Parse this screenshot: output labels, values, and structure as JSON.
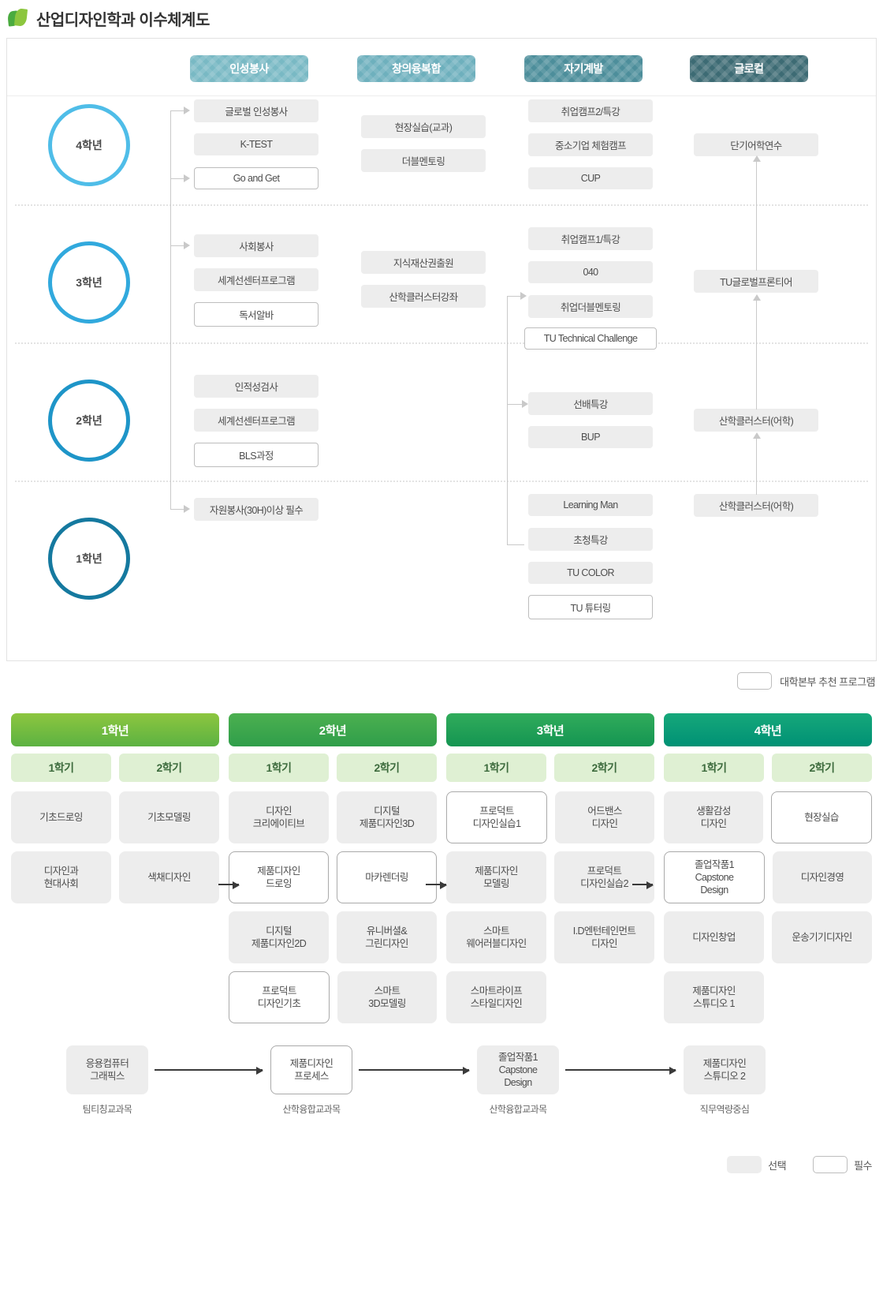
{
  "page": {
    "title": "산업디자인학과 이수체계도",
    "logo_icon": "leaf-icon"
  },
  "matrix": {
    "categories": [
      {
        "label": "인성봉사",
        "color": "#79b9c4"
      },
      {
        "label": "창의융복합",
        "color": "#6eb0bd"
      },
      {
        "label": "자기계발",
        "color": "#4d8e9b"
      },
      {
        "label": "글로컬",
        "color": "#3d6b74"
      }
    ],
    "years": [
      {
        "label": "4학년",
        "color": "#4fbde8"
      },
      {
        "label": "3학년",
        "color": "#31a9dd"
      },
      {
        "label": "2학년",
        "color": "#1e95c8"
      },
      {
        "label": "1학년",
        "color": "#15799f"
      }
    ],
    "items": {
      "y4_c1_1": "글로벌 인성봉사",
      "y4_c1_2": "K-TEST",
      "y4_c1_3": "Go and Get",
      "y4_c2_1": "현장실습(교과)",
      "y4_c2_2": "더블멘토링",
      "y4_c3_1": "취업캠프2/특강",
      "y4_c3_2": "중소기업 체험캠프",
      "y4_c3_3": "CUP",
      "y4_c4_1": "단기어학연수",
      "y3_c1_1": "사회봉사",
      "y3_c1_2": "세계선센터프로그램",
      "y3_c1_3": "독서알바",
      "y3_c2_1": "지식재산권출원",
      "y3_c2_2": "산학클러스터강좌",
      "y3_c3_1": "취업캠프1/특강",
      "y3_c3_2": "040",
      "y3_c3_3": "취업더블멘토링",
      "y3_c3_4": "TU Technical Challenge",
      "y3_c4_1": "TU글로벌프론티어",
      "y2_c1_1": "인적성검사",
      "y2_c1_2": "세계선센터프로그램",
      "y2_c1_3": "BLS과정",
      "y2_c3_1": "선배특강",
      "y2_c3_2": "BUP",
      "y2_c4_1": "산학클러스터(어학)",
      "y1_c1_1": "자원봉사(30H)이상 필수",
      "y1_c3_1": "Learning Man",
      "y1_c3_2": "초청특강",
      "y1_c3_3": "TU COLOR",
      "y1_c3_4": "TU 튜터링",
      "y1_c4_1": "산학클러스터(어학)"
    },
    "legend": {
      "text": "대학본부 추천 프로그램"
    }
  },
  "curriculum": {
    "years": [
      {
        "label": "1학년"
      },
      {
        "label": "2학년"
      },
      {
        "label": "3학년"
      },
      {
        "label": "4학년"
      }
    ],
    "semesters": [
      "1학기",
      "2학기",
      "1학기",
      "2학기",
      "1학기",
      "2학기",
      "1학기",
      "2학기"
    ],
    "rows": [
      [
        {
          "label": "기초드로잉",
          "type": "sel"
        },
        {
          "label": "기초모델링",
          "type": "sel"
        },
        {
          "label": "디자인\n크리에이티브",
          "type": "sel"
        },
        {
          "label": "디지털\n제품디자인3D",
          "type": "sel"
        },
        {
          "label": "프로덕트\n디자인실습1",
          "type": "req"
        },
        {
          "label": "어드밴스\n디자인",
          "type": "sel"
        },
        {
          "label": "생활감성\n디자인",
          "type": "sel"
        },
        {
          "label": "현장실습",
          "type": "req"
        }
      ],
      [
        {
          "label": "디자인과\n현대사회",
          "type": "sel"
        },
        {
          "label": "색채디자인",
          "type": "sel"
        },
        {
          "label": "제품디자인\n드로잉",
          "type": "req"
        },
        {
          "label": "마카렌더링",
          "type": "req"
        },
        {
          "label": "제품디자인\n모델링",
          "type": "sel"
        },
        {
          "label": "프로덕트\n디자인실습2",
          "type": "sel"
        },
        {
          "label": "졸업작품1\nCapstone\nDesign",
          "type": "req"
        },
        {
          "label": "디자인경영",
          "type": "sel"
        }
      ],
      [
        {
          "label": "",
          "type": "empty"
        },
        {
          "label": "",
          "type": "empty"
        },
        {
          "label": "디지털\n제품디자인2D",
          "type": "sel"
        },
        {
          "label": "유니버셜&\n그린디자인",
          "type": "sel"
        },
        {
          "label": "스마트\n웨어러블디자인",
          "type": "sel"
        },
        {
          "label": "I.D엔턴테인먼트\n디자인",
          "type": "sel"
        },
        {
          "label": "디자인창업",
          "type": "sel"
        },
        {
          "label": "운송기기디자인",
          "type": "sel"
        }
      ],
      [
        {
          "label": "",
          "type": "empty"
        },
        {
          "label": "",
          "type": "empty"
        },
        {
          "label": "프로덕트\n디자인기초",
          "type": "req"
        },
        {
          "label": "스마트\n3D모델링",
          "type": "sel"
        },
        {
          "label": "스마트라이프\n스타일디자인",
          "type": "sel"
        },
        {
          "label": "",
          "type": "empty"
        },
        {
          "label": "제품디자인\n스튜디오 1",
          "type": "sel"
        },
        {
          "label": "",
          "type": "empty"
        }
      ]
    ]
  },
  "bottom_flow": {
    "steps": [
      {
        "label": "응용컴퓨터\n그래픽스",
        "type": "sel",
        "caption": "팀티칭교과목"
      },
      {
        "label": "제품디자인\n프로세스",
        "type": "req",
        "caption": "산학융합교과목"
      },
      {
        "label": "졸업작품1\nCapstone\nDesign",
        "type": "sel",
        "caption": "산학융합교과목"
      },
      {
        "label": "제품디자인\n스튜디오 2",
        "type": "sel",
        "caption": "직무역량중심"
      }
    ]
  },
  "legend_bottom": {
    "select_label": "선택",
    "required_label": "필수"
  }
}
